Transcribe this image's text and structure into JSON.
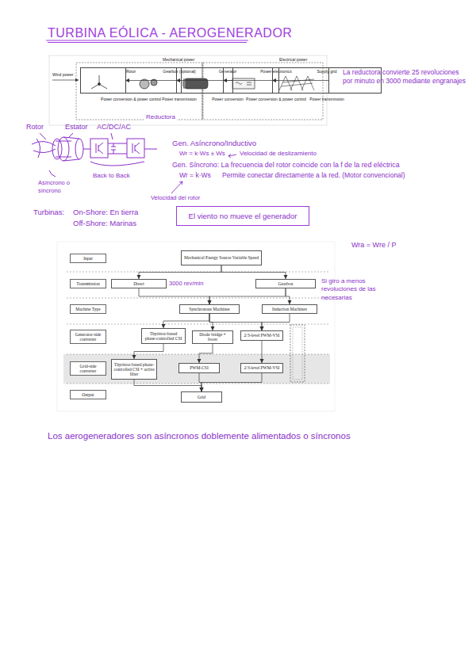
{
  "diagram": {
    "title": "TURBINA EÓLICA - AEROGENERADOR",
    "nodes": [
      {
        "text": [
          "Rotor",
          "Power conversion & power control"
        ]
      },
      {
        "text": [
          "Gearbox (optional)",
          "Power transmission"
        ]
      },
      {
        "text": [
          "Generator",
          "Power conversion"
        ]
      },
      {
        "text": [
          "Power electronics",
          "Power conversion & power control"
        ]
      },
      {
        "text": [
          "Supply grid",
          "Power transmission"
        ]
      },
      {
        "text": [
          "El viento no mueve el generador"
        ]
      },
      {
        "text": [
          "Input"
        ]
      },
      {
        "text": [
          "Mechanical Energy Source Variable Speed"
        ]
      },
      {
        "text": [
          "Transmission"
        ]
      },
      {
        "text": [
          "Direct"
        ]
      },
      {
        "text": [
          "Gearbox"
        ]
      },
      {
        "text": [
          "Machine Type"
        ]
      },
      {
        "text": [
          "Synchronous Machines"
        ]
      },
      {
        "text": [
          "Induction Machines"
        ]
      },
      {
        "text": [
          "Generator-side converter"
        ]
      },
      {
        "text": [
          "Thyristor-based phase-controlled CSI"
        ]
      },
      {
        "text": [
          "Diode bridge + boost"
        ]
      },
      {
        "text": [
          "2/3-level PWM-VSI"
        ]
      },
      {
        "text": [
          "Grid-side converter"
        ]
      },
      {
        "text": [
          "Thyristor-based phase-controlled CSI + active filter"
        ]
      },
      {
        "text": [
          "PWM-CSI"
        ]
      },
      {
        "text": [
          "2/3-level PWM-VSI"
        ]
      },
      {
        "text": [
          "Output"
        ]
      },
      {
        "text": [
          "Grid"
        ]
      }
    ],
    "edges": [
      {
        "from": 0,
        "to": 1,
        "arrow": "to"
      },
      {
        "from": 1,
        "to": 2,
        "arrow": "to"
      },
      {
        "from": 2,
        "to": 3,
        "arrow": "to"
      },
      {
        "from": 3,
        "to": 4,
        "arrow": "to"
      },
      {
        "from": 7,
        "to": 9,
        "arrow": "to"
      },
      {
        "from": 7,
        "to": 10,
        "arrow": "to"
      },
      {
        "from": 9,
        "to": 12,
        "arrow": "to"
      },
      {
        "from": 10,
        "to": 12,
        "arrow": "to"
      },
      {
        "from": 10,
        "to": 13,
        "arrow": "to"
      },
      {
        "from": 12,
        "to": 15,
        "arrow": "to"
      },
      {
        "from": 12,
        "to": 16,
        "arrow": "to"
      },
      {
        "from": 12,
        "to": 17,
        "arrow": "to"
      },
      {
        "from": 13,
        "to": 17,
        "arrow": "to"
      },
      {
        "from": 15,
        "to": 19,
        "arrow": "to"
      },
      {
        "from": 16,
        "to": 20,
        "arrow": "to"
      },
      {
        "from": 17,
        "to": 21,
        "arrow": "to"
      },
      {
        "from": 19,
        "to": 23,
        "arrow": "to"
      },
      {
        "from": 20,
        "to": 23,
        "arrow": "to"
      },
      {
        "from": 21,
        "to": 23,
        "arrow": "to"
      }
    ],
    "labels": [
      "Wind power",
      "Mechanical power",
      "Electrical power",
      "Reductora",
      "La reductora convierte 25 revoluciones por minuto en 3000 mediante engranajes",
      "Rotor",
      "Estator",
      "AC/DC/AC",
      "Asíncrono o síncrono",
      "Back to Back",
      "Gen. Asíncrono/Inductivo",
      "Wr = k·Ws ± Ws",
      "Velocidad de deslizamiento",
      "Gen. Síncrono: La frecuencia del rotor coincide con la f de la red eléctrica",
      "Wr = k·Ws",
      "Permite conectar directamente a la red. (Motor convencional)",
      "Velocidad del rotor",
      "Turbinas:",
      "On-Shore: En tierra",
      "Off-Shore: Marinas",
      "Wra = Wre / P",
      "3000 rev/min",
      "Si giro a menos revoluciones de las necesarias",
      "Los aerogeneradores son asíncronos doblemente alimentados o síncronos"
    ]
  }
}
